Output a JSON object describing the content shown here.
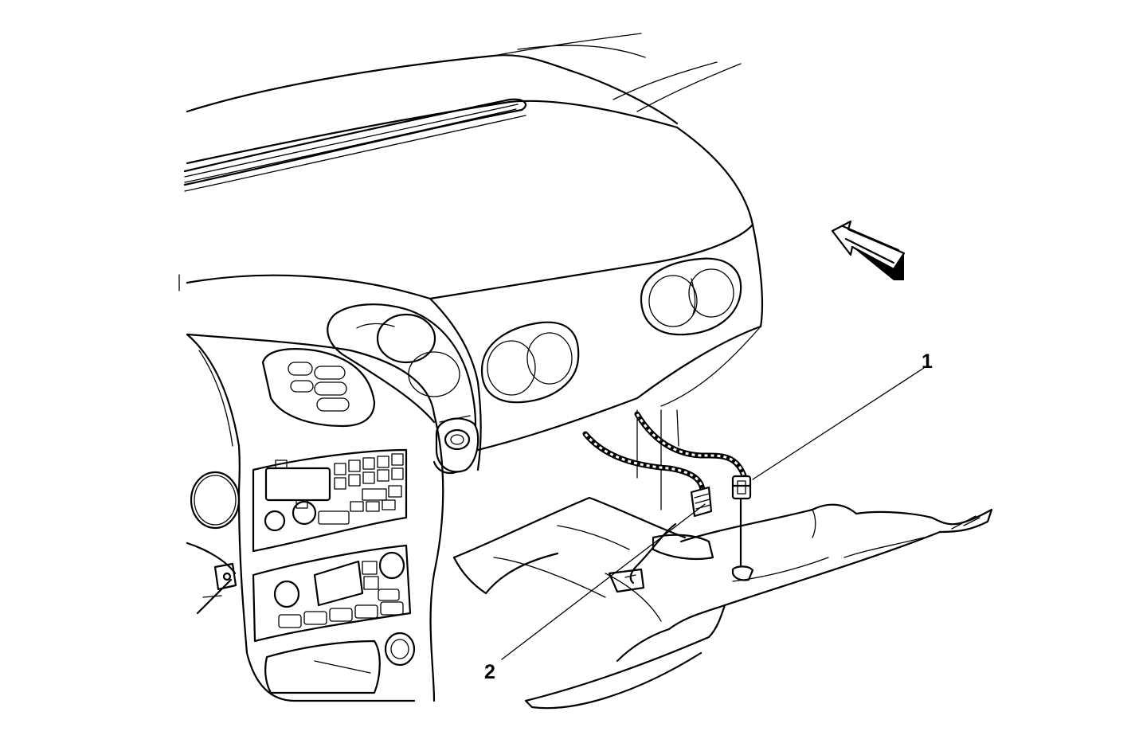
{
  "callouts": [
    {
      "id": "1",
      "label": "1"
    },
    {
      "id": "2",
      "label": "2"
    }
  ],
  "colors": {
    "line": "#000000",
    "background": "#ffffff"
  },
  "icons": [
    "view-direction-arrow-icon"
  ]
}
